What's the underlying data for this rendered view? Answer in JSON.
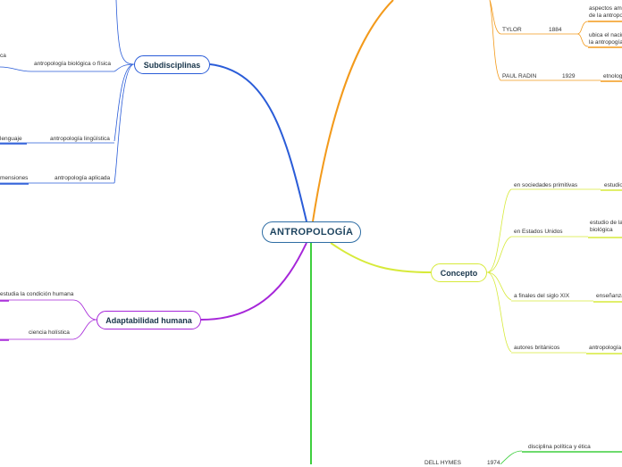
{
  "central": {
    "label": "ANTROPOLOGÍA"
  },
  "colors": {
    "center": "#2e6da4",
    "subdisciplinas": "#2a5cd8",
    "historia": "#f39a1b",
    "concepto": "#d7ea3a",
    "adaptabilidad": "#a626d9",
    "bottom": "#3fcf3f"
  },
  "subdisciplinas": {
    "label": "Subdisciplinas",
    "items": [
      {
        "label": "antropología biológica o física",
        "leaf": "ca"
      },
      {
        "label": "antropología lingüística",
        "leaf": "lenguaje"
      },
      {
        "label": "antropología aplicada",
        "leaf": "mensiones"
      }
    ]
  },
  "adaptabilidad": {
    "label": "Adaptabilidad humana",
    "items": [
      {
        "label": "estudia la condición humana"
      },
      {
        "label": "ciencia holística"
      }
    ]
  },
  "concepto": {
    "label": "Concepto",
    "items": [
      {
        "label": "en sociedades primitivas",
        "leaf": "estudio"
      },
      {
        "label": "en Estados Unidos",
        "leaf": "estudio de la\nbiológica"
      },
      {
        "label": "a finales del siglo XIX",
        "leaf": "enseñanza"
      },
      {
        "label": "autores británicos",
        "leaf": "antropología"
      }
    ]
  },
  "historia": {
    "items": [
      {
        "author": "TYLOR",
        "year": "1884",
        "notes": [
          "aspectos am\nde la antropo",
          "ubica el nacin\nla antropogía"
        ]
      },
      {
        "author": "PAUL RADIN",
        "year": "1929",
        "notes": [
          "etnolog"
        ]
      }
    ]
  },
  "bottom": {
    "author": "DELL HYMES",
    "year": "1974",
    "note": "disciplina política y ética"
  }
}
